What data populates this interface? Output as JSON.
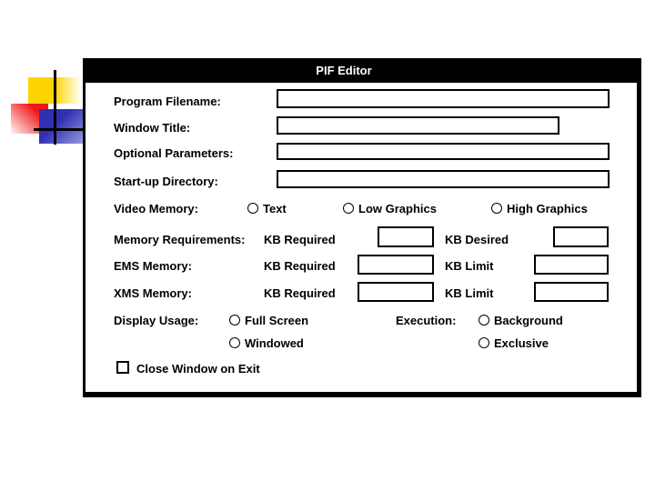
{
  "dialog": {
    "title": "PIF Editor",
    "fields": {
      "program_filename": {
        "label": "Program Filename:",
        "value": ""
      },
      "window_title": {
        "label": "Window Title:",
        "value": ""
      },
      "optional_parameters": {
        "label": "Optional Parameters:",
        "value": ""
      },
      "startup_directory": {
        "label": "Start-up Directory:",
        "value": ""
      }
    },
    "video_memory": {
      "label": "Video Memory:",
      "options": [
        {
          "label": "Text",
          "selected": false
        },
        {
          "label": "Low Graphics",
          "selected": false
        },
        {
          "label": "High Graphics",
          "selected": false
        }
      ]
    },
    "memory_requirements": {
      "label": "Memory Requirements:",
      "kb_required_label": "KB Required",
      "kb_required_value": "",
      "kb_desired_label": "KB Desired",
      "kb_desired_value": ""
    },
    "ems_memory": {
      "label": "EMS Memory:",
      "kb_required_label": "KB Required",
      "kb_required_value": "",
      "kb_limit_label": "KB Limit",
      "kb_limit_value": ""
    },
    "xms_memory": {
      "label": "XMS Memory:",
      "kb_required_label": "KB Required",
      "kb_required_value": "",
      "kb_limit_label": "KB Limit",
      "kb_limit_value": ""
    },
    "display_usage": {
      "label": "Display Usage:",
      "options": [
        {
          "label": "Full Screen",
          "selected": false
        },
        {
          "label": "Windowed",
          "selected": false
        }
      ]
    },
    "execution": {
      "label": "Execution:",
      "options": [
        {
          "label": "Background",
          "selected": false
        },
        {
          "label": "Exclusive",
          "selected": false
        }
      ]
    },
    "close_window_on_exit": {
      "label": "Close Window on Exit",
      "checked": false
    }
  },
  "colors": {
    "page_bg": "#FFFFFF",
    "dialog_bg": "#FFFFFF",
    "titlebar": "#000000",
    "logo_yellow": "#FFD400",
    "logo_yellow_fade": "#FFFDEC",
    "logo_red": "#F01818",
    "logo_red_fade": "#FFF6F4",
    "logo_blue": "#3030B4",
    "logo_blue_fade": "#9C9CE0",
    "logo_line": "#000000"
  }
}
